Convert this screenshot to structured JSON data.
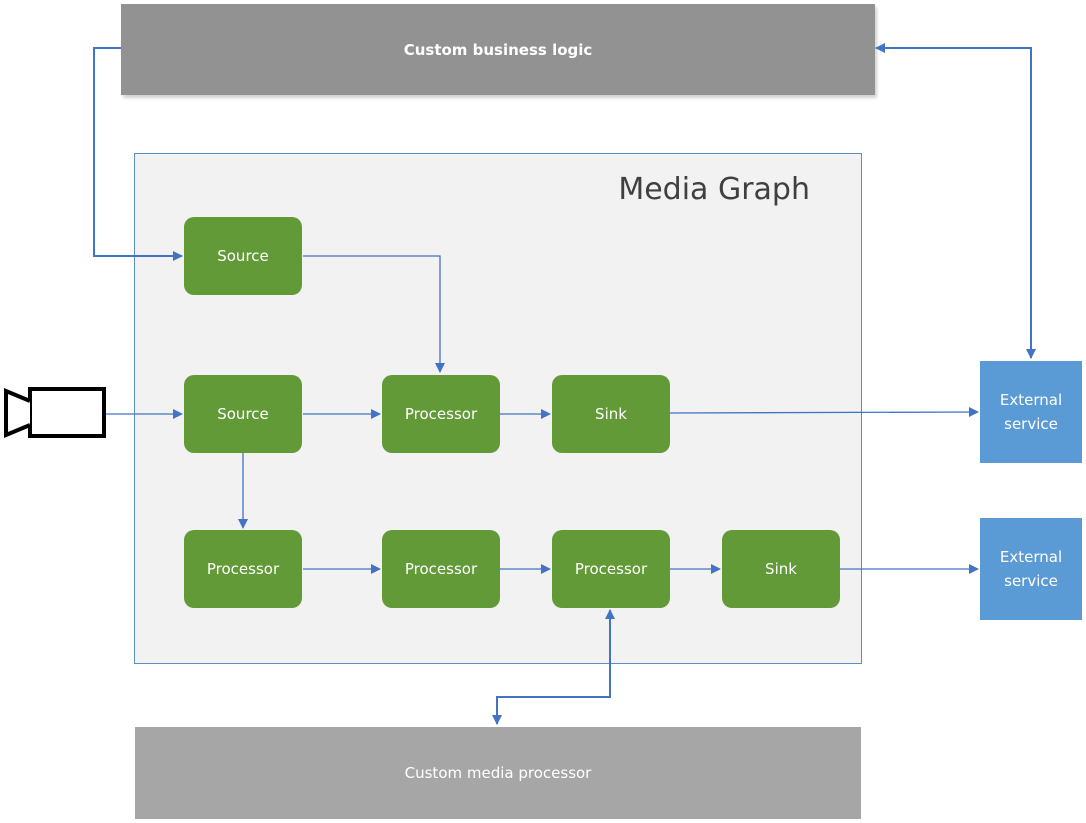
{
  "top_box": {
    "label": "Custom business logic"
  },
  "bottom_box": {
    "label": "Custom media processor"
  },
  "graph": {
    "title": "Media Graph"
  },
  "nodes": {
    "source_1": "Source",
    "source_2": "Source",
    "processor_1": "Processor",
    "sink_1": "Sink",
    "processor_2": "Processor",
    "processor_3": "Processor",
    "processor_4": "Processor",
    "sink_2": "Sink"
  },
  "external": {
    "service_1": "External service",
    "service_2": "External service"
  },
  "colors": {
    "node_green": "#629a38",
    "external_blue": "#5b9bd5",
    "arrow_blue": "#4472c4",
    "frame_border": "#5b8fc0"
  },
  "icons": {
    "camera": "video-camera-icon"
  }
}
